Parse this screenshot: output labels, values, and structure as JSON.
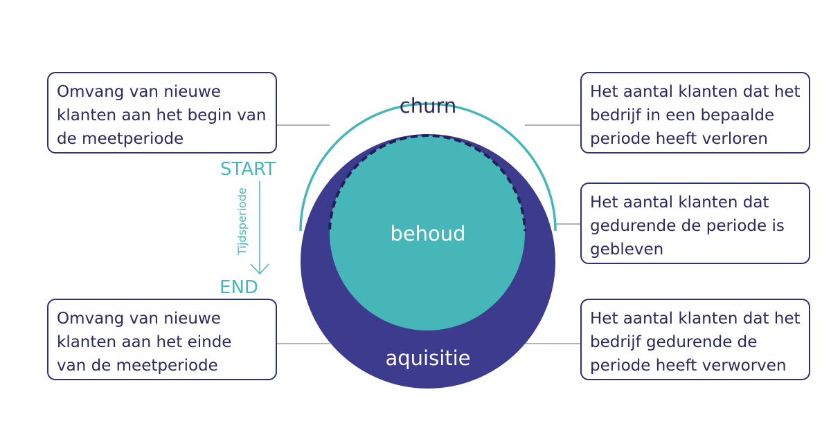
{
  "labels": {
    "churn": "churn",
    "behoud": "behoud",
    "aquisitie": "aquisitie",
    "start": "START",
    "end": "END",
    "tijdsperiode": "Tijdsperiode"
  },
  "boxes": {
    "top_left": "Omvang van nieuwe\nklanten aan het begin van\nde meetperiode",
    "bottom_left": "Omvang van nieuwe\nklanten aan het einde\nvan de meetperiode",
    "top_right": "Het aantal klanten dat het\nbedrijf in een bepaalde\nperiode heeft verloren",
    "middle_right": "Het aantal klanten dat\ngedurende de periode is\ngebleven",
    "bottom_right": "Het aantal klanten dat het\nbedrijf gedurende de\nperiode heeft verworven"
  },
  "colors": {
    "teal": "#46b6b9",
    "navy": "#3d3b8e",
    "dark_navy": "#1f2057",
    "text": "#2a2a5a"
  }
}
